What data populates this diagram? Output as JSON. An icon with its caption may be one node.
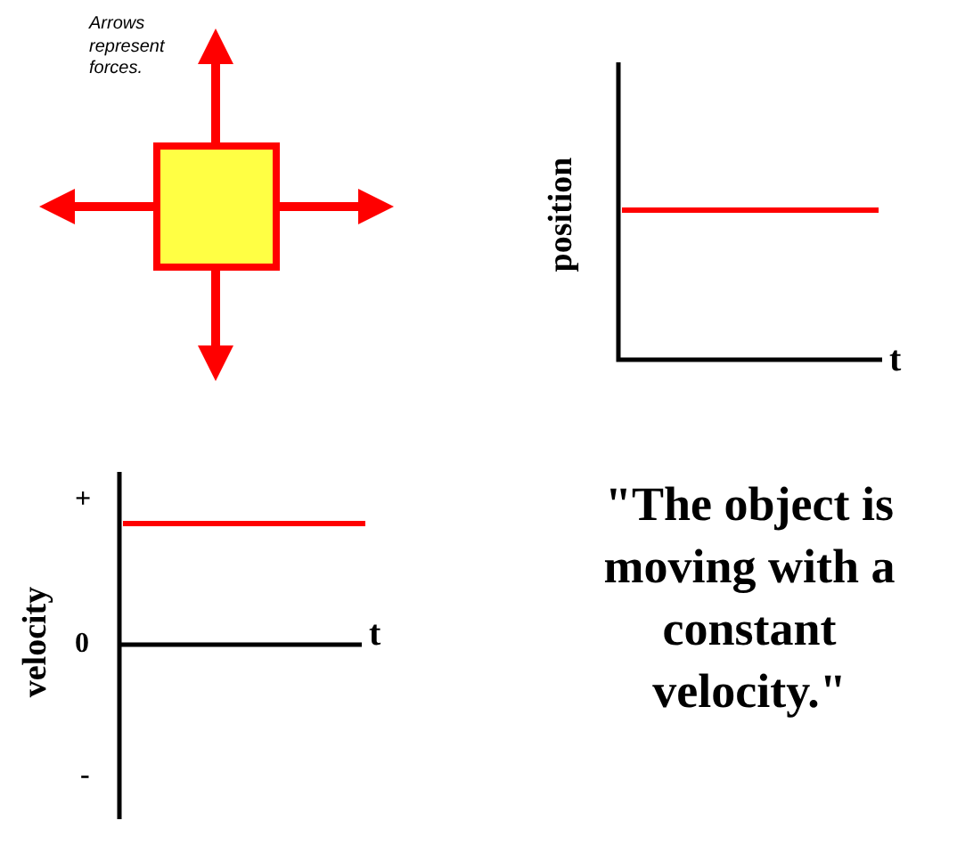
{
  "diagram": {
    "labels": [
      "Arrows represent forces.",
      "position",
      "t",
      "+",
      "velocity",
      "0",
      "t",
      "-",
      "\"The object is moving with a constant velocity.\""
    ]
  }
}
